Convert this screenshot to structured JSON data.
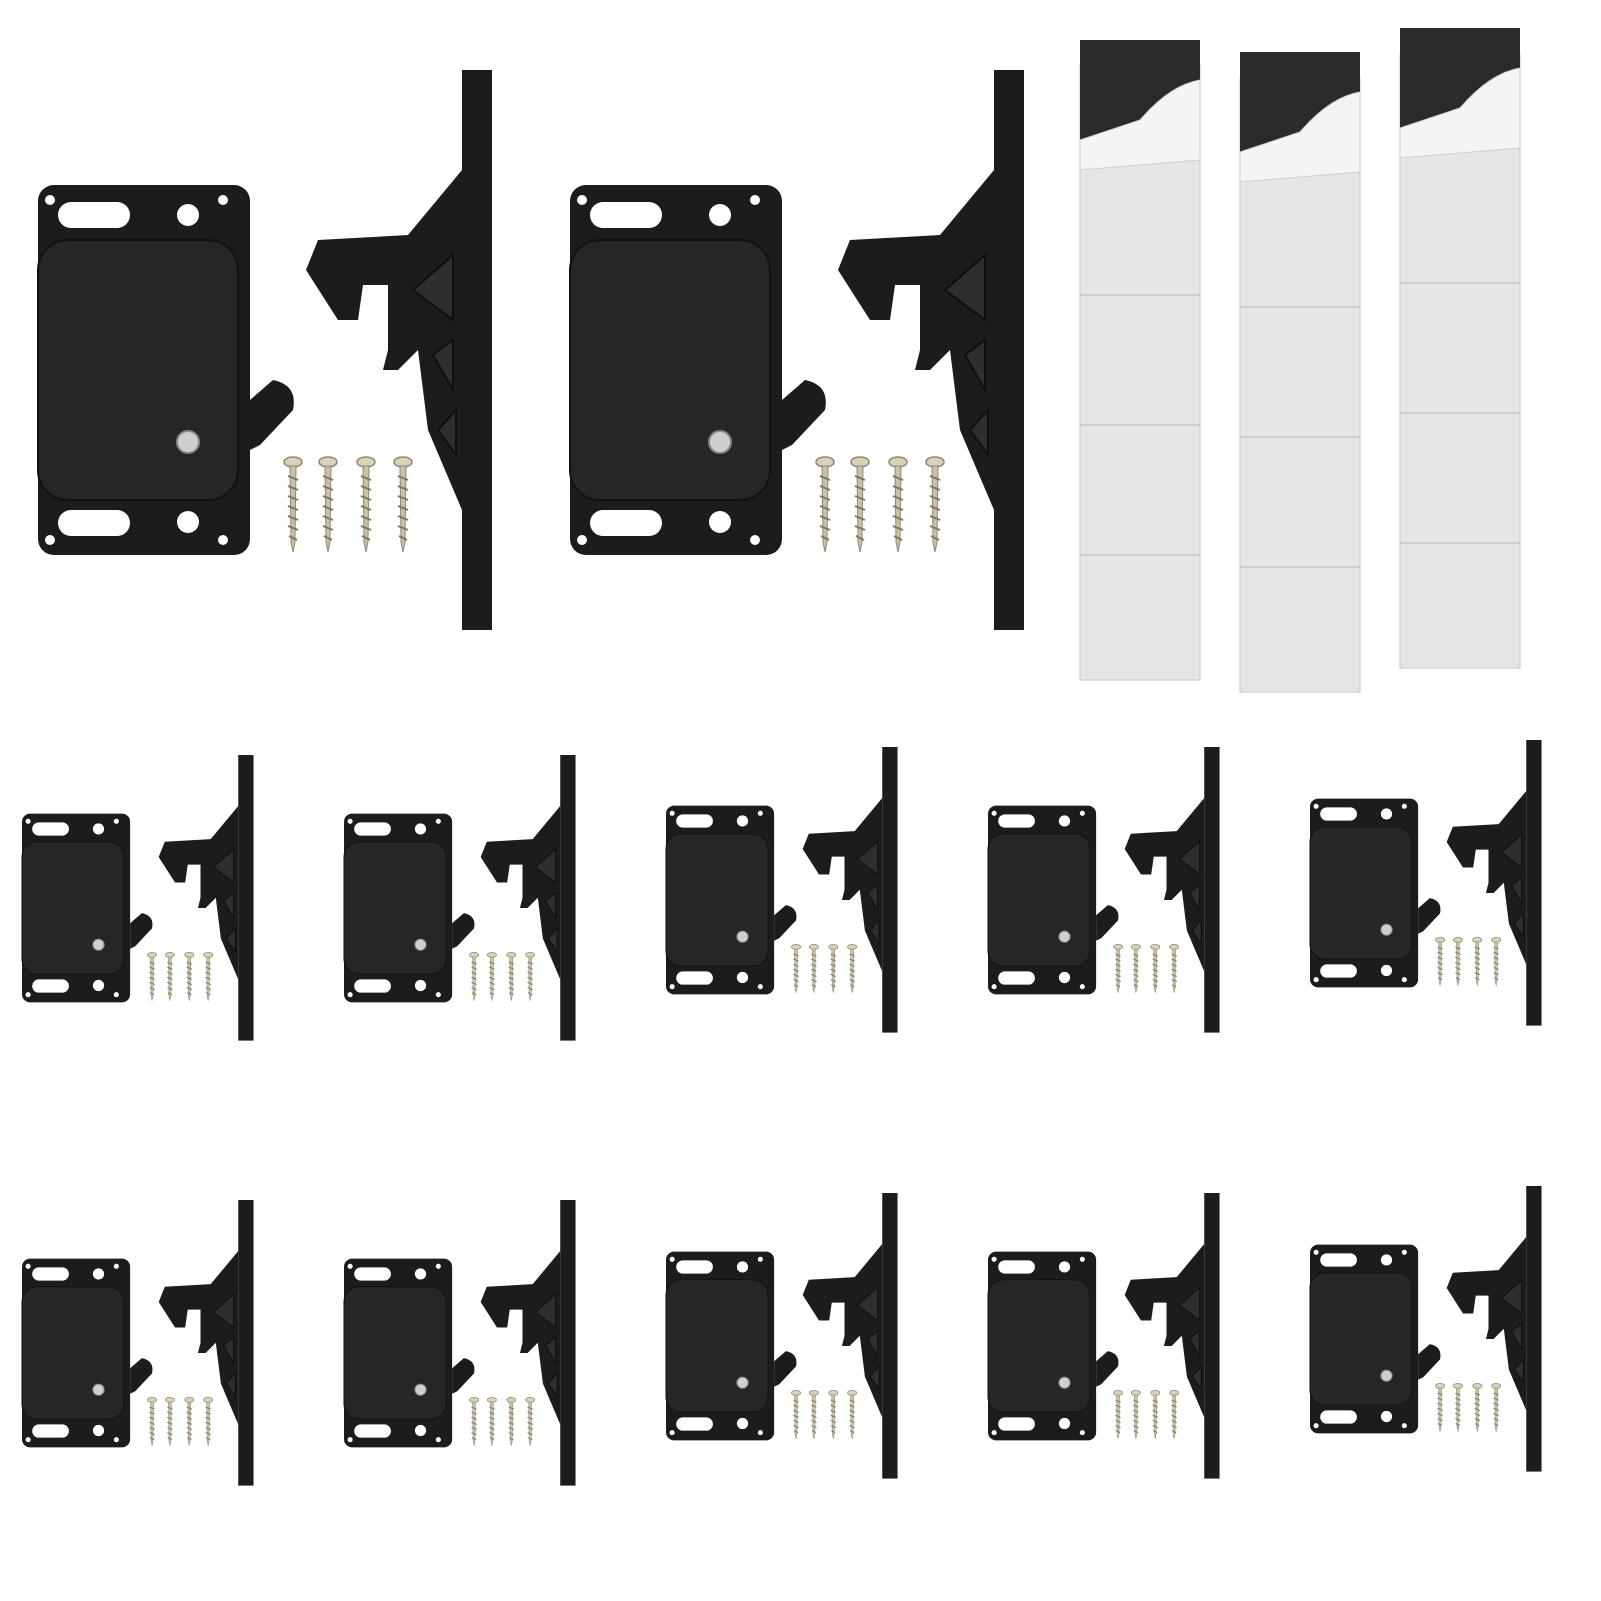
{
  "photo": {
    "colors": {
      "background": "#ffffff",
      "plastic": "#1c1c1c",
      "plastic_highlight": "#2e2e2e",
      "adhesive_liner": "#e6e6e6",
      "adhesive_foam": "#2a2a2a",
      "screw": "#c9c2a8"
    },
    "large_latch_sets": 2,
    "small_latch_sets": 10,
    "adhesive_strips": 3
  }
}
